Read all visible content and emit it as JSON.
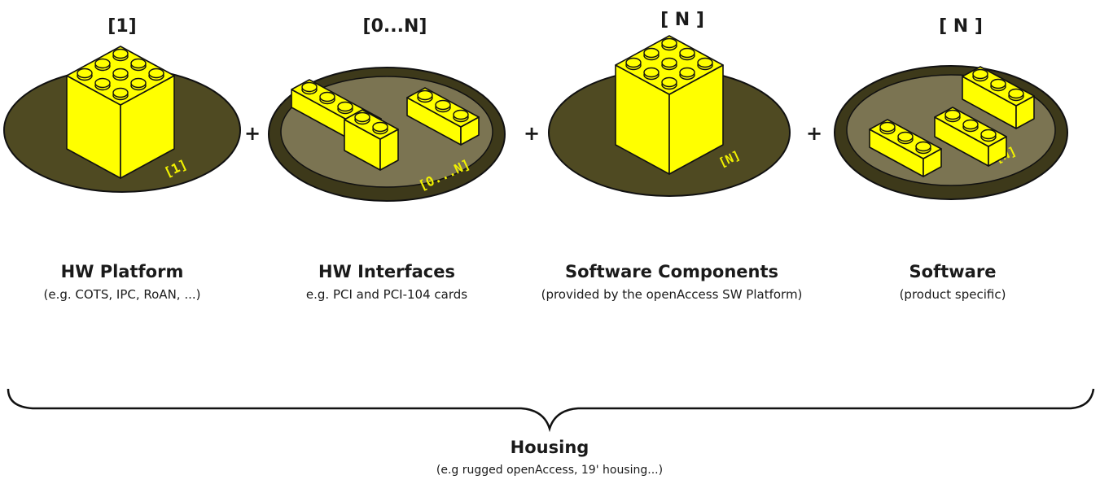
{
  "columns": [
    {
      "multiplicity": "[1]",
      "base_label": "[1]",
      "title": "HW Platform",
      "subtitle": "(e.g. COTS, IPC, RoAN, ...)"
    },
    {
      "multiplicity": "[0...N]",
      "base_label": "[0...N]",
      "title": "HW Interfaces",
      "subtitle": "e.g. PCI and PCI-104 cards"
    },
    {
      "multiplicity": "[ N ]",
      "base_label": "[N]",
      "title": "Software Components",
      "subtitle": "(provided by the openAccess SW Platform)"
    },
    {
      "multiplicity": "[ N ]",
      "base_label": "[N]",
      "title": "Software",
      "subtitle": "(product specific)"
    }
  ],
  "operators": [
    "+",
    "+",
    "+"
  ],
  "housing": {
    "title": "Housing",
    "subtitle": "(e.g rugged openAccess, 19' housing...)"
  },
  "colors": {
    "base_dark": "#4f4a22",
    "base_light": "#7b7452",
    "brick_yellow": "#ffff00",
    "outline": "#111111"
  }
}
